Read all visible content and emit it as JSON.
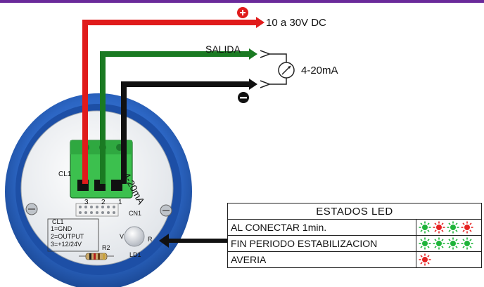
{
  "header_bar_color": "#6a2a9a",
  "supply": {
    "plus_symbol": "+",
    "label": "10 a 30V DC"
  },
  "output": {
    "label": "SALIDA",
    "meter_label": "4-20mA"
  },
  "ground": {
    "minus_symbol": "−"
  },
  "board": {
    "cl1_label": "CL1",
    "terminal_numbers": [
      "3",
      "2",
      "1"
    ],
    "cn1_label": "CN1",
    "cable_label": "4-20mA",
    "pinout": {
      "title": "CL1",
      "lines": [
        "1=GND",
        "2=OUTPUT",
        "3=+12/24V"
      ]
    },
    "r2_label": "R2",
    "ld1_label": "LD1",
    "led_side_v": "V",
    "led_side_r": "R"
  },
  "led_table": {
    "title": "ESTADOS LED",
    "rows": [
      {
        "label": "AL CONECTAR 1min.",
        "leds": [
          "green",
          "red",
          "green",
          "red"
        ]
      },
      {
        "label": "FIN PERIODO ESTABILIZACION",
        "leds": [
          "green",
          "green",
          "green",
          "green"
        ]
      },
      {
        "label": "AVERIA",
        "leds": [
          "red"
        ]
      }
    ]
  },
  "colors": {
    "wire_red": "#e01b1b",
    "wire_green": "#1a7a22",
    "wire_black": "#111111",
    "housing_blue": "#2f6fd0",
    "terminal_green": "#38b84a",
    "led_green": "#1fb43a",
    "led_red": "#e52323"
  }
}
